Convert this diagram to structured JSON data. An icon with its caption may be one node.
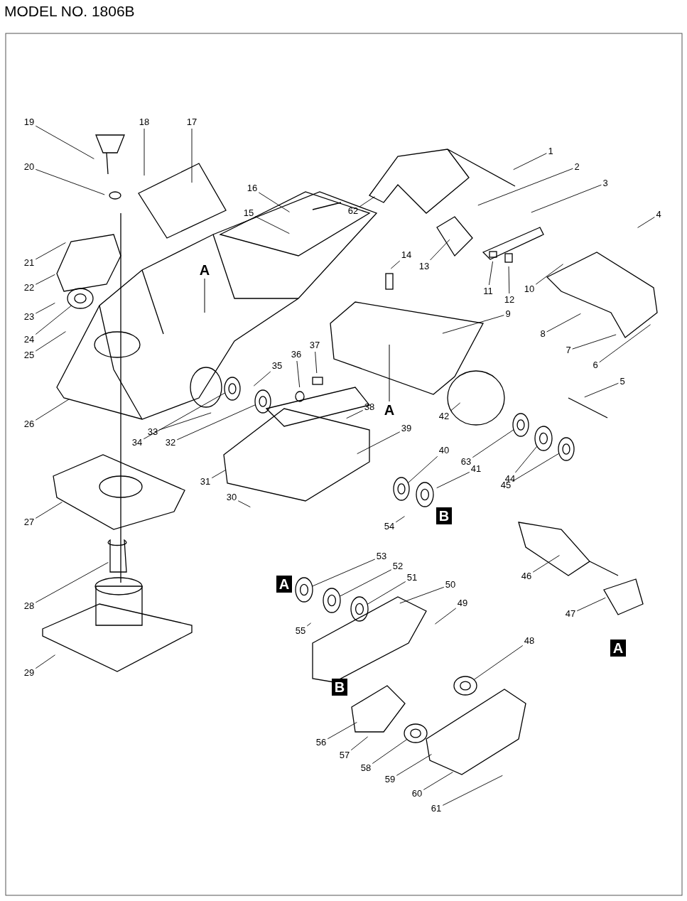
{
  "diagram": {
    "title": "MODEL NO. 1806B",
    "nodes": [
      {
        "text": [
          "1"
        ]
      },
      {
        "text": [
          "2"
        ]
      },
      {
        "text": [
          "3"
        ]
      },
      {
        "text": [
          "4"
        ]
      },
      {
        "text": [
          "5"
        ]
      },
      {
        "text": [
          "6"
        ]
      },
      {
        "text": [
          "7"
        ]
      },
      {
        "text": [
          "8"
        ]
      },
      {
        "text": [
          "9"
        ]
      },
      {
        "text": [
          "10"
        ]
      },
      {
        "text": [
          "11"
        ]
      },
      {
        "text": [
          "12"
        ]
      },
      {
        "text": [
          "13"
        ]
      },
      {
        "text": [
          "14"
        ]
      },
      {
        "text": [
          "15"
        ]
      },
      {
        "text": [
          "16"
        ]
      },
      {
        "text": [
          "17"
        ]
      },
      {
        "text": [
          "18"
        ]
      },
      {
        "text": [
          "19"
        ]
      },
      {
        "text": [
          "20"
        ]
      },
      {
        "text": [
          "21"
        ]
      },
      {
        "text": [
          "22"
        ]
      },
      {
        "text": [
          "23"
        ]
      },
      {
        "text": [
          "24"
        ]
      },
      {
        "text": [
          "25"
        ]
      },
      {
        "text": [
          "26"
        ]
      },
      {
        "text": [
          "27"
        ]
      },
      {
        "text": [
          "28"
        ]
      },
      {
        "text": [
          "29"
        ]
      },
      {
        "text": [
          "30"
        ]
      },
      {
        "text": [
          "31"
        ]
      },
      {
        "text": [
          "32"
        ]
      },
      {
        "text": [
          "33"
        ]
      },
      {
        "text": [
          "34"
        ]
      },
      {
        "text": [
          "35"
        ]
      },
      {
        "text": [
          "36"
        ]
      },
      {
        "text": [
          "37"
        ]
      },
      {
        "text": [
          "38"
        ]
      },
      {
        "text": [
          "39"
        ]
      },
      {
        "text": [
          "40"
        ]
      },
      {
        "text": [
          "41"
        ]
      },
      {
        "text": [
          "42"
        ]
      },
      {
        "text": [
          "44"
        ]
      },
      {
        "text": [
          "45"
        ]
      },
      {
        "text": [
          "46"
        ]
      },
      {
        "text": [
          "47"
        ]
      },
      {
        "text": [
          "48"
        ]
      },
      {
        "text": [
          "49"
        ]
      },
      {
        "text": [
          "50"
        ]
      },
      {
        "text": [
          "51"
        ]
      },
      {
        "text": [
          "52"
        ]
      },
      {
        "text": [
          "53"
        ]
      },
      {
        "text": [
          "54"
        ]
      },
      {
        "text": [
          "55"
        ]
      },
      {
        "text": [
          "56"
        ]
      },
      {
        "text": [
          "57"
        ]
      },
      {
        "text": [
          "58"
        ]
      },
      {
        "text": [
          "59"
        ]
      },
      {
        "text": [
          "60"
        ]
      },
      {
        "text": [
          "61"
        ]
      },
      {
        "text": [
          "62"
        ]
      },
      {
        "text": [
          "63"
        ]
      }
    ],
    "edges": [
      {
        "from": 0,
        "to": null,
        "arrow": "none"
      },
      {
        "from": 1,
        "to": null,
        "arrow": "none"
      },
      {
        "from": 2,
        "to": null,
        "arrow": "none"
      },
      {
        "from": 3,
        "to": null,
        "arrow": "none"
      },
      {
        "from": 4,
        "to": null,
        "arrow": "none"
      },
      {
        "from": 5,
        "to": null,
        "arrow": "none"
      },
      {
        "from": 6,
        "to": null,
        "arrow": "none"
      },
      {
        "from": 7,
        "to": null,
        "arrow": "none"
      },
      {
        "from": 8,
        "to": null,
        "arrow": "none"
      },
      {
        "from": 9,
        "to": null,
        "arrow": "none"
      },
      {
        "from": 10,
        "to": null,
        "arrow": "none"
      },
      {
        "from": 11,
        "to": null,
        "arrow": "none"
      },
      {
        "from": 12,
        "to": null,
        "arrow": "none"
      },
      {
        "from": 13,
        "to": null,
        "arrow": "none"
      },
      {
        "from": 14,
        "to": null,
        "arrow": "none"
      },
      {
        "from": 15,
        "to": null,
        "arrow": "none"
      },
      {
        "from": 16,
        "to": null,
        "arrow": "none"
      },
      {
        "from": 17,
        "to": null,
        "arrow": "none"
      },
      {
        "from": 18,
        "to": null,
        "arrow": "none"
      },
      {
        "from": 19,
        "to": null,
        "arrow": "none"
      },
      {
        "from": 20,
        "to": null,
        "arrow": "none"
      },
      {
        "from": 21,
        "to": null,
        "arrow": "none"
      },
      {
        "from": 22,
        "to": null,
        "arrow": "none"
      },
      {
        "from": 23,
        "to": null,
        "arrow": "none"
      },
      {
        "from": 24,
        "to": null,
        "arrow": "none"
      },
      {
        "from": 25,
        "to": null,
        "arrow": "none"
      },
      {
        "from": 26,
        "to": null,
        "arrow": "none"
      },
      {
        "from": 27,
        "to": null,
        "arrow": "none"
      },
      {
        "from": 28,
        "to": null,
        "arrow": "none"
      },
      {
        "from": 29,
        "to": null,
        "arrow": "none"
      },
      {
        "from": 30,
        "to": null,
        "arrow": "none"
      },
      {
        "from": 31,
        "to": null,
        "arrow": "none"
      },
      {
        "from": 32,
        "to": null,
        "arrow": "none"
      },
      {
        "from": 33,
        "to": null,
        "arrow": "none"
      },
      {
        "from": 34,
        "to": null,
        "arrow": "none"
      },
      {
        "from": 35,
        "to": null,
        "arrow": "none"
      },
      {
        "from": 36,
        "to": null,
        "arrow": "none"
      },
      {
        "from": 37,
        "to": null,
        "arrow": "none"
      },
      {
        "from": 38,
        "to": null,
        "arrow": "none"
      },
      {
        "from": 39,
        "to": null,
        "arrow": "none"
      },
      {
        "from": 40,
        "to": null,
        "arrow": "none"
      },
      {
        "from": 41,
        "to": null,
        "arrow": "none"
      },
      {
        "from": 42,
        "to": null,
        "arrow": "none"
      },
      {
        "from": 43,
        "to": null,
        "arrow": "none"
      },
      {
        "from": 44,
        "to": null,
        "arrow": "none"
      },
      {
        "from": 45,
        "to": null,
        "arrow": "none"
      },
      {
        "from": 46,
        "to": null,
        "arrow": "none"
      },
      {
        "from": 47,
        "to": null,
        "arrow": "none"
      },
      {
        "from": 48,
        "to": null,
        "arrow": "none"
      },
      {
        "from": 49,
        "to": null,
        "arrow": "none"
      },
      {
        "from": 50,
        "to": null,
        "arrow": "none"
      },
      {
        "from": 51,
        "to": null,
        "arrow": "none"
      },
      {
        "from": 52,
        "to": null,
        "arrow": "none"
      },
      {
        "from": 53,
        "to": null,
        "arrow": "none"
      },
      {
        "from": 54,
        "to": null,
        "arrow": "none"
      },
      {
        "from": 55,
        "to": null,
        "arrow": "none"
      },
      {
        "from": 56,
        "to": null,
        "arrow": "none"
      },
      {
        "from": 57,
        "to": null,
        "arrow": "none"
      },
      {
        "from": 58,
        "to": null,
        "arrow": "none"
      },
      {
        "from": 59,
        "to": null,
        "arrow": "none"
      },
      {
        "from": 60,
        "to": null,
        "arrow": "none"
      },
      {
        "from": 61,
        "to": null,
        "arrow": "none"
      }
    ],
    "labels": [
      "A",
      "A",
      "B",
      "A",
      "A",
      "B"
    ]
  }
}
